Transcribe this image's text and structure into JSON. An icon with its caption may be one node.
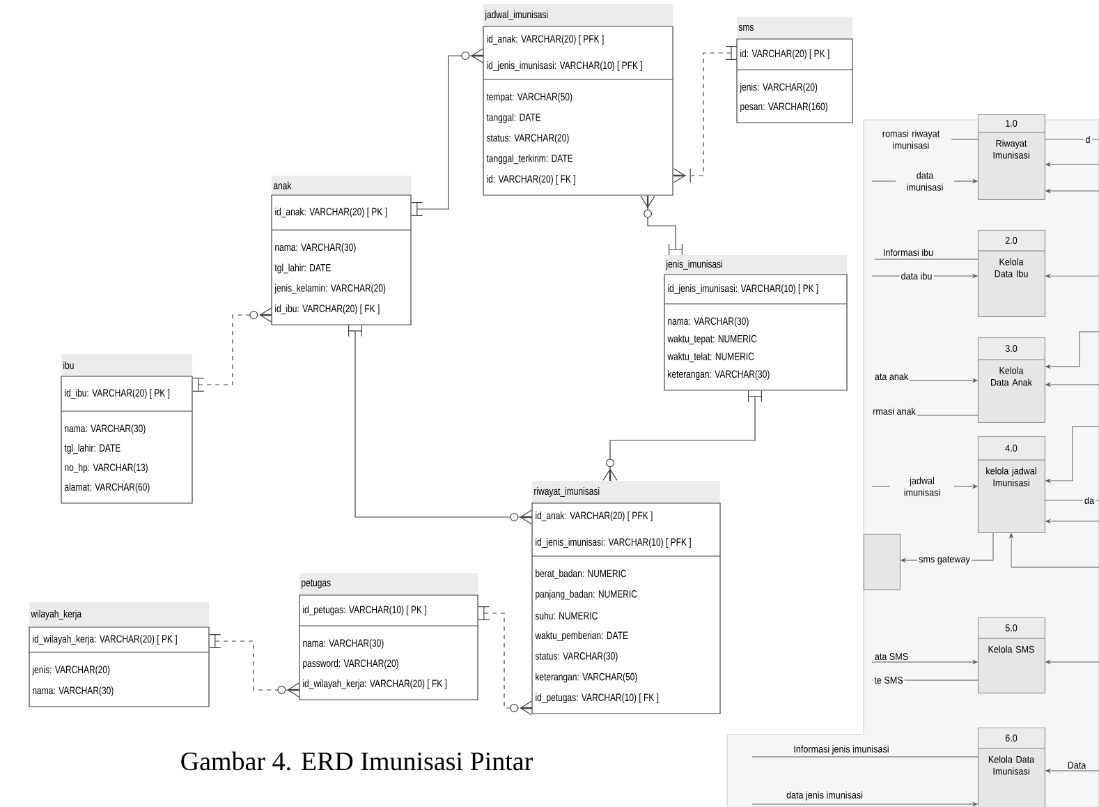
{
  "diagram": {
    "caption": "Gambar 4. ERD Imunisasi Pintar",
    "nodes": [
      {
        "text": [
          "jadwal_imunisasi",
          "id_anak: VARCHAR(20) [ PFK ]",
          "id_jenis_imunisasi: VARCHAR(10) [ PFK ]",
          "tempat: VARCHAR(50)",
          "tanggal: DATE",
          "status: VARCHAR(20)",
          "tanggal_terkirim: DATE",
          "id: VARCHAR(20) [ FK ]"
        ]
      },
      {
        "text": [
          "sms",
          "id: VARCHAR(20) [ PK ]",
          "jenis: VARCHAR(20)",
          "pesan: VARCHAR(160)"
        ]
      },
      {
        "text": [
          "anak",
          "id_anak: VARCHAR(20) [ PK ]",
          "nama: VARCHAR(30)",
          "tgl_lahir: DATE",
          "jenis_kelamin: VARCHAR(20)",
          "id_ibu: VARCHAR(20) [ FK ]"
        ]
      },
      {
        "text": [
          "jenis_imunisasi",
          "id_jenis_imunisasi: VARCHAR(10) [ PK ]",
          "nama: VARCHAR(30)",
          "waktu_tepat: NUMERIC",
          "waktu_telat: NUMERIC",
          "keterangan: VARCHAR(30)"
        ]
      },
      {
        "text": [
          "ibu",
          "id_ibu: VARCHAR(20) [ PK ]",
          "nama: VARCHAR(30)",
          "tgl_lahir: DATE",
          "no_hp: VARCHAR(13)",
          "alamat: VARCHAR(60)"
        ]
      },
      {
        "text": [
          "riwayat_imunisasi",
          "id_anak: VARCHAR(20) [ PFK ]",
          "id_jenis_imunisasi: VARCHAR(10) [ PFK ]",
          "berat_badan: NUMERIC",
          "panjang_badan: NUMERIC",
          "suhu: NUMERIC",
          "waktu_pemberian: DATE",
          "status: VARCHAR(30)",
          "keterangan: VARCHAR(50)",
          "id_petugas: VARCHAR(10) [ FK ]"
        ]
      },
      {
        "text": [
          "petugas",
          "id_petugas: VARCHAR(10) [ PK ]",
          "nama: VARCHAR(30)",
          "password: VARCHAR(20)",
          "id_wilayah_kerja: VARCHAR(20) [ FK ]"
        ]
      },
      {
        "text": [
          "wilayah_kerja",
          "id_wilayah_kerja: VARCHAR(20) [ PK ]",
          "jenis: VARCHAR(20)",
          "nama: VARCHAR(30)"
        ]
      },
      {
        "text": [
          "1.0",
          "Riwayat Imunisasi"
        ]
      },
      {
        "text": [
          "2.0",
          "Kelola Data Ibu"
        ]
      },
      {
        "text": [
          "3.0",
          "Kelola Data Anak"
        ]
      },
      {
        "text": [
          "4.0",
          "kelola jadwal Imunisasi"
        ]
      },
      {
        "text": [],
        "shape": "box"
      },
      {
        "text": [
          "5.0",
          "Kelola SMS"
        ]
      },
      {
        "text": [
          "6.0",
          "Kelola Data Imunisasi"
        ]
      }
    ],
    "edges": [
      {
        "from": 2,
        "to": 0,
        "arrow": "other"
      },
      {
        "from": 1,
        "to": 0,
        "arrow": "other",
        "style": "dashed"
      },
      {
        "from": 3,
        "to": 0,
        "arrow": "other"
      },
      {
        "from": 4,
        "to": 2,
        "arrow": "other",
        "style": "dashed"
      },
      {
        "from": 2,
        "to": 5,
        "arrow": "other"
      },
      {
        "from": 3,
        "to": 5,
        "arrow": "other"
      },
      {
        "from": 7,
        "to": 6,
        "arrow": "other",
        "style": "dashed"
      },
      {
        "from": 6,
        "to": 5,
        "arrow": "other",
        "style": "dashed"
      },
      {
        "from": 8,
        "to": null,
        "arrow": "none",
        "label": "romasi riwayat imunisasi"
      },
      {
        "from": null,
        "to": 8,
        "arrow": "to",
        "label": "data imunisasi"
      },
      {
        "from": 8,
        "to": null,
        "arrow": "none",
        "label": "d"
      },
      {
        "from": null,
        "to": 8,
        "arrow": "to"
      },
      {
        "from": null,
        "to": 8,
        "arrow": "to"
      },
      {
        "from": 9,
        "to": null,
        "arrow": "none",
        "label": "Informasi ibu"
      },
      {
        "from": null,
        "to": 9,
        "arrow": "to",
        "label": "data ibu"
      },
      {
        "from": null,
        "to": 9,
        "arrow": "to"
      },
      {
        "from": null,
        "to": 10,
        "arrow": "to"
      },
      {
        "from": null,
        "to": 10,
        "arrow": "to"
      },
      {
        "from": null,
        "to": 10,
        "arrow": "to",
        "label": "ata anak"
      },
      {
        "from": 10,
        "to": null,
        "arrow": "none",
        "label": "rmasi anak"
      },
      {
        "from": null,
        "to": 11,
        "arrow": "to",
        "label": "jadwal imunisasi"
      },
      {
        "from": null,
        "to": 11,
        "arrow": "to"
      },
      {
        "from": 11,
        "to": null,
        "arrow": "none",
        "label": "da"
      },
      {
        "from": null,
        "to": 11,
        "arrow": "to"
      },
      {
        "from": null,
        "to": 11,
        "arrow": "to"
      },
      {
        "from": 11,
        "to": 12,
        "arrow": "to",
        "label": "sms gateway"
      },
      {
        "from": null,
        "to": 13,
        "arrow": "to",
        "label": "ata SMS"
      },
      {
        "from": 13,
        "to": null,
        "arrow": "none",
        "label": "te SMS"
      },
      {
        "from": null,
        "to": 13,
        "arrow": "to"
      },
      {
        "from": 14,
        "to": null,
        "arrow": "none",
        "label": "Informasi jenis imunisasi"
      },
      {
        "from": null,
        "to": 14,
        "arrow": "to",
        "label": "Data"
      },
      {
        "from": null,
        "to": 14,
        "arrow": "to",
        "label": "data jenis imunisasi"
      }
    ]
  }
}
